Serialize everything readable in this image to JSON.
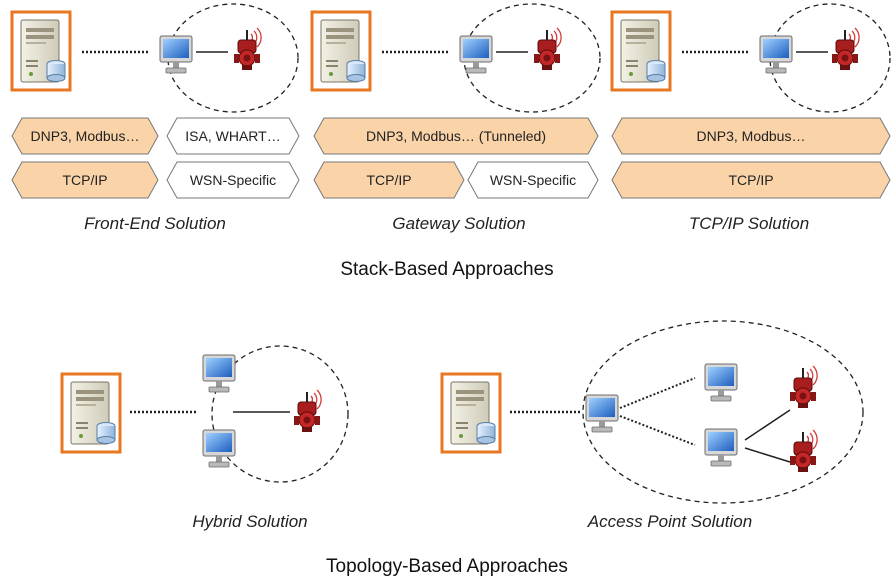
{
  "colors": {
    "orange_arrow": "#fbd3a8",
    "orange_border": "#e87722",
    "white_arrow": "#ffffff",
    "arrow_stroke": "#777777",
    "device_red": "#b01e1e",
    "monitor_blue": "#3a7bd5"
  },
  "stack": {
    "front_end": {
      "caption": "Front-End Solution",
      "top_left": "DNP3, Modbus…",
      "top_right": "ISA, WHART…",
      "bottom_left": "TCP/IP",
      "bottom_right": "WSN-Specific"
    },
    "gateway": {
      "caption": "Gateway Solution",
      "top": "DNP3, Modbus… (Tunneled)",
      "bottom_left": "TCP/IP",
      "bottom_right": "WSN-Specific"
    },
    "tcpip": {
      "caption": "TCP/IP Solution",
      "top": "DNP3, Modbus…",
      "bottom": "TCP/IP"
    },
    "section_title": "Stack-Based Approaches"
  },
  "topology": {
    "hybrid": {
      "caption": "Hybrid Solution"
    },
    "access_point": {
      "caption": "Access Point Solution"
    },
    "section_title": "Topology-Based Approaches"
  },
  "icons": [
    "server-icon",
    "monitor-icon",
    "sensor-device-icon"
  ]
}
